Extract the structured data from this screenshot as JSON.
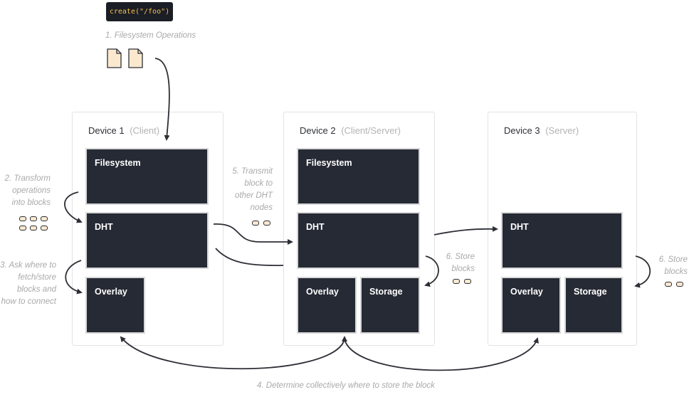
{
  "code": "create(\"/foo\")",
  "steps": {
    "s1": "1. Filesystem Operations",
    "s2": [
      "2. Transform",
      "operations",
      "into blocks"
    ],
    "s3": [
      "3. Ask where to",
      "fetch/store",
      "blocks and",
      "how to connect"
    ],
    "s4": "4. Determine collectively where to store the block",
    "s5": [
      "5. Transmit",
      "block to",
      "other DHT",
      "nodes"
    ],
    "s6a": [
      "6. Store",
      "blocks"
    ],
    "s6b": [
      "6. Store",
      "blocks"
    ]
  },
  "devices": {
    "d1": {
      "name": "Device 1",
      "role": "(Client)",
      "filesystem": "Filesystem",
      "dht": "DHT",
      "overlay": "Overlay"
    },
    "d2": {
      "name": "Device 2",
      "role": "(Client/Server)",
      "filesystem": "Filesystem",
      "dht": "DHT",
      "overlay": "Overlay",
      "storage": "Storage"
    },
    "d3": {
      "name": "Device 3",
      "role": "(Server)",
      "dht": "DHT",
      "overlay": "Overlay",
      "storage": "Storage"
    }
  },
  "colors": {
    "block": "#262a35",
    "accent": "#f2c14e",
    "doc_fill": "#fbe9cf",
    "muted": "#a9a9a9"
  },
  "icons": [
    "document-icon",
    "data-block-icon",
    "arrow"
  ]
}
